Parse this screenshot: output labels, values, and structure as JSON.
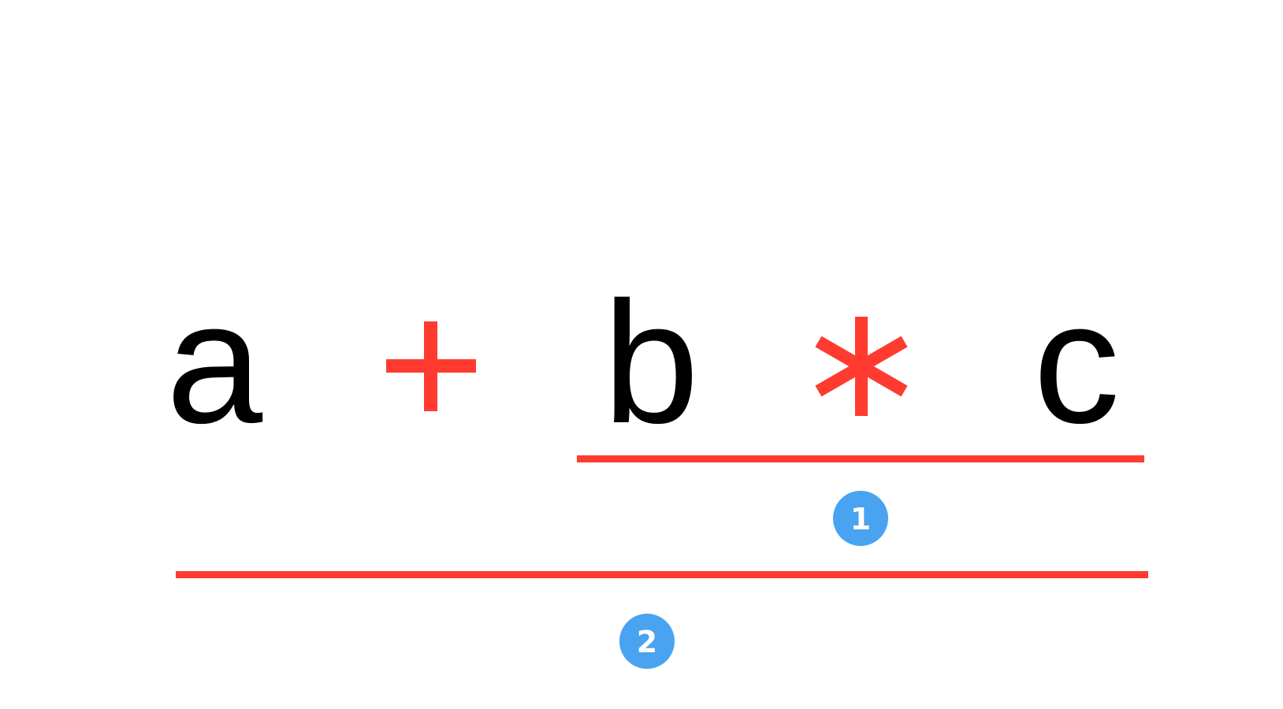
{
  "expression": {
    "tokens": [
      {
        "id": "a",
        "text": "a",
        "kind": "operand"
      },
      {
        "id": "plus",
        "text": "+",
        "kind": "operator"
      },
      {
        "id": "b",
        "text": "b",
        "kind": "operand"
      },
      {
        "id": "times",
        "text": "*",
        "kind": "operator"
      },
      {
        "id": "c",
        "text": "c",
        "kind": "operand"
      }
    ]
  },
  "groupings": [
    {
      "id": "inner",
      "badge": "1",
      "covers": "b * c"
    },
    {
      "id": "outer",
      "badge": "2",
      "covers": "a + b * c"
    }
  ],
  "colors": {
    "background": "#ffffff",
    "operand": "#000000",
    "operator": "#ff3b30",
    "bracket": "#ff3b30",
    "badge_fill": "#4aa3f0",
    "badge_text": "#ffffff"
  }
}
